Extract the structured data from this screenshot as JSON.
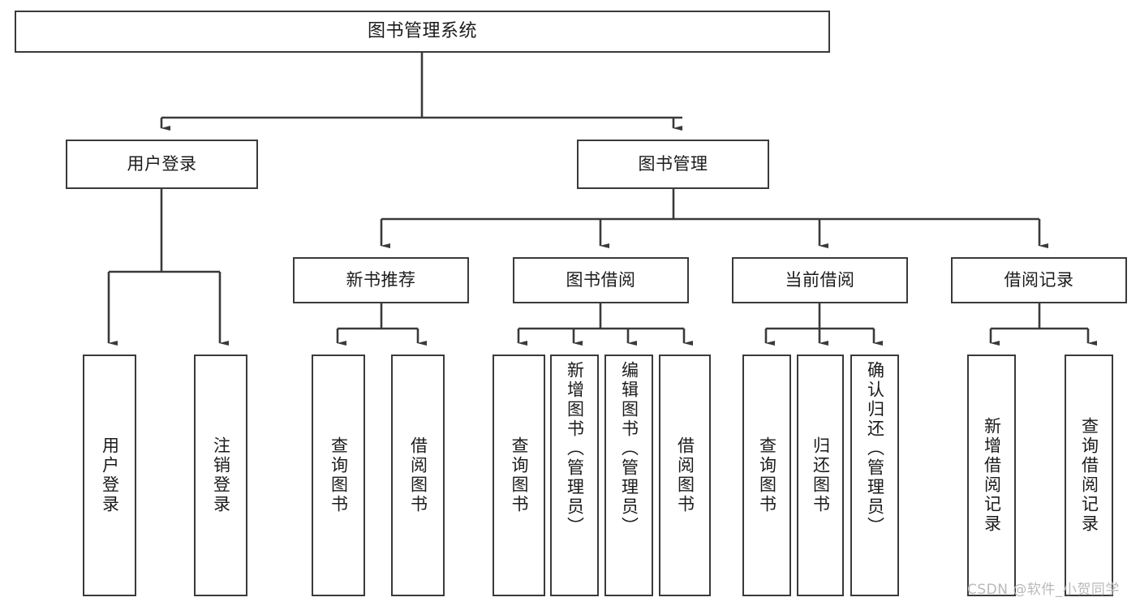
{
  "diagram": {
    "type": "tree",
    "title": "图书管理系统",
    "root": {
      "label": "图书管理系统"
    },
    "level2": [
      {
        "label": "用户登录"
      },
      {
        "label": "图书管理"
      }
    ],
    "level3": [
      {
        "label": "新书推荐"
      },
      {
        "label": "图书借阅"
      },
      {
        "label": "当前借阅"
      },
      {
        "label": "借阅记录"
      }
    ],
    "leaves": {
      "user_login": [
        {
          "label": "用户登录"
        },
        {
          "label": "注销登录"
        }
      ],
      "new_book_recommend": [
        {
          "label": "查询图书"
        },
        {
          "label": "借阅图书"
        }
      ],
      "book_borrow": [
        {
          "label": "查询图书"
        },
        {
          "label": "新增图书（管理员）"
        },
        {
          "label": "编辑图书（管理员）"
        },
        {
          "label": "借阅图书"
        }
      ],
      "current_borrow": [
        {
          "label": "查询图书"
        },
        {
          "label": "归还图书"
        },
        {
          "label": "确认归还（管理员）"
        }
      ],
      "borrow_record": [
        {
          "label": "新增借阅记录"
        },
        {
          "label": "查询借阅记录"
        }
      ]
    }
  },
  "watermark": {
    "text": "CSDN @软件_小贺同学"
  },
  "colors": {
    "border": "#3a3a3a",
    "line": "#3a3a3a",
    "background": "#ffffff",
    "text": "#1b1b1b",
    "watermark": "#b9b9b9"
  }
}
